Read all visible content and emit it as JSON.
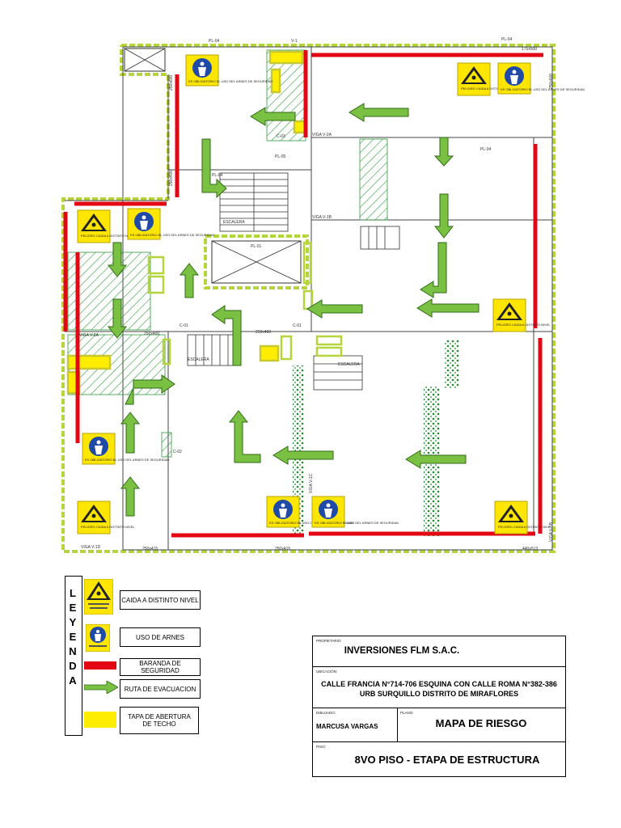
{
  "plan": {
    "top_labels": [
      "PL-04",
      "V-1",
      "PL-04",
      "175x500"
    ],
    "beam_labels": [
      "VIGA V-2A",
      "VIGA V-1B",
      "VIGA V-2A",
      "VIGA V-1D",
      "VIGA V-1C",
      "VIGA V-1B"
    ],
    "column_labels": [
      "PL-04",
      "PL-04",
      "PL-05",
      "C-01",
      "C-01",
      "C-02",
      "C-03",
      "PL-01"
    ],
    "dimension_labels": [
      "250x600",
      "250x400",
      "250x400",
      "250x400",
      "250x600",
      "250x415",
      "250x415",
      "440x513"
    ],
    "stair_labels": [
      "ESCALERA",
      "ESCALERA",
      "ESCALERA"
    ],
    "sign_caption_fall": "PELIGRO CAIDA A DISTINTO NIVEL",
    "sign_caption_harness": "ES OBLIGATORIO EL USO DEL ARNES DE SEGURIDAD"
  },
  "legend": {
    "letters": [
      "L",
      "E",
      "Y",
      "E",
      "N",
      "D",
      "A"
    ],
    "items": [
      {
        "label": "CAIDA A DISTINTO NIVEL",
        "icon": "fall-hazard-icon"
      },
      {
        "label": "USO DE ARNES",
        "icon": "harness-icon"
      },
      {
        "label": "BARANDA DE SEGURIDAD",
        "icon": "red-bar",
        "color": "#e30613"
      },
      {
        "label": "RUTA DE EVACUACION",
        "icon": "green-arrow",
        "color": "#7ac143"
      },
      {
        "label": "TAPA DE ABERTURA DE TECHO",
        "icon": "yellow-box",
        "color": "#ffed00"
      }
    ]
  },
  "title_block": {
    "owner_caption": "PROPIETARIO:",
    "owner": "INVERSIONES FLM S.A.C.",
    "location_caption": "UBICACIÓN:",
    "location_line1": "CALLE FRANCIA N°714-706 ESQUINA CON CALLE ROMA N°382-386",
    "location_line2": "URB SURQUILLO DISTRITO DE MIRAFLORES",
    "drawn_caption": "DIBUJADO:",
    "drawn_by": "MARCUSA VARGAS",
    "plan_caption": "PLANO:",
    "plan_name": "MAPA DE RIESGO",
    "floor_caption": "PISO:",
    "floor": "8VO PISO - ETAPA DE ESTRUCTURA"
  },
  "colors": {
    "railing": "#e30613",
    "evacuation": "#7ac143",
    "hazard_yellow": "#ffe600",
    "harness_blue": "#1f4aa8",
    "perimeter": "#c8e06a"
  }
}
